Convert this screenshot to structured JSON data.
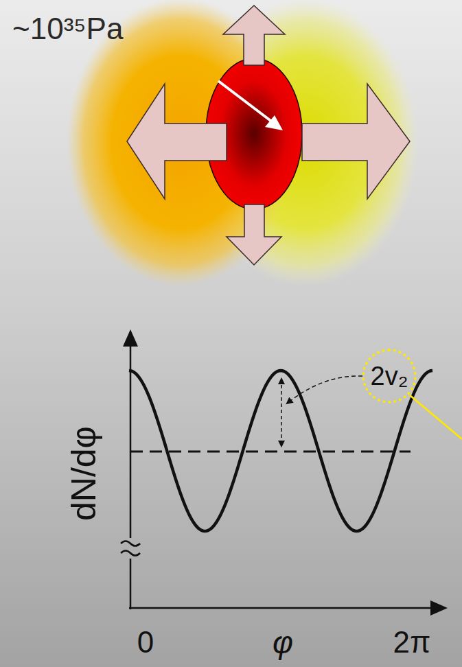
{
  "diagram": {
    "nodes": [
      {
        "text": [
          "2v₂"
        ]
      }
    ],
    "labels": [
      "~10³⁵Pa",
      "dN/dφ",
      "0",
      "φ",
      "2π"
    ]
  }
}
